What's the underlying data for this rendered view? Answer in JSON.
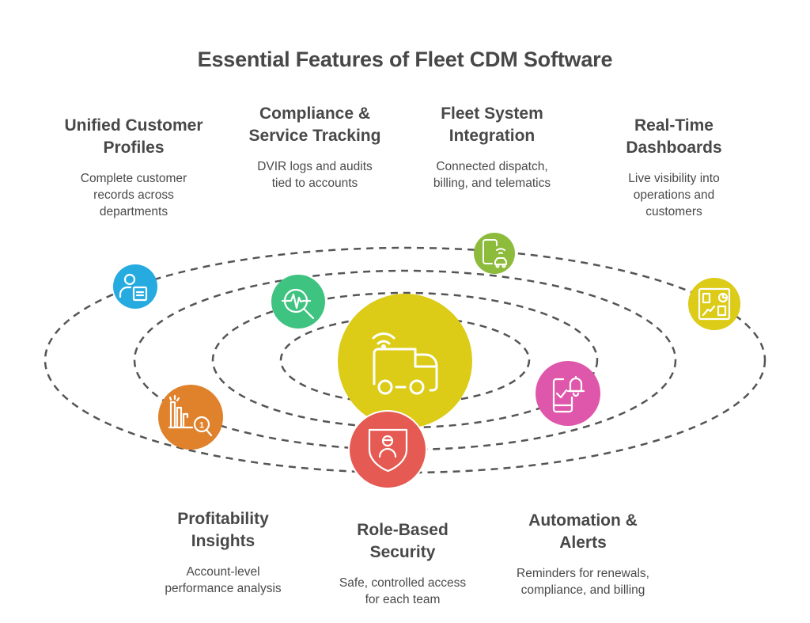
{
  "title": "Essential Features of Fleet CDM Software",
  "center": {
    "icon": "connected-truck-icon",
    "color": "#dccb17"
  },
  "features": [
    {
      "id": "unified-customer-profiles",
      "title": "Unified Customer\nProfiles",
      "description": "Complete customer\nrecords across\ndepartments",
      "icon": "user-profile-icon",
      "color": "#26abe0"
    },
    {
      "id": "compliance-service-tracking",
      "title": "Compliance &\nService Tracking",
      "description": "DVIR logs and audits\ntied to accounts",
      "icon": "activity-search-icon",
      "color": "#3fc380"
    },
    {
      "id": "fleet-system-integration",
      "title": "Fleet System\nIntegration",
      "description": "Connected dispatch,\nbilling, and telematics",
      "icon": "phone-connected-car-icon",
      "color": "#8dbb3c"
    },
    {
      "id": "real-time-dashboards",
      "title": "Real-Time\nDashboards",
      "description": "Live visibility into\noperations and\ncustomers",
      "icon": "dashboard-icon",
      "color": "#dccb17"
    },
    {
      "id": "profitability-insights",
      "title": "Profitability\nInsights",
      "description": "Account-level\nperformance analysis",
      "icon": "bar-chart-search-icon",
      "color": "#e0822c"
    },
    {
      "id": "role-based-security",
      "title": "Role-Based\nSecurity",
      "description": "Safe, controlled access\nfor each team",
      "icon": "shield-user-icon",
      "color": "#e55a52"
    },
    {
      "id": "automation-alerts",
      "title": "Automation &\nAlerts",
      "description": "Reminders for renewals,\ncompliance, and billing",
      "icon": "phone-bell-check-icon",
      "color": "#df57ab"
    }
  ]
}
